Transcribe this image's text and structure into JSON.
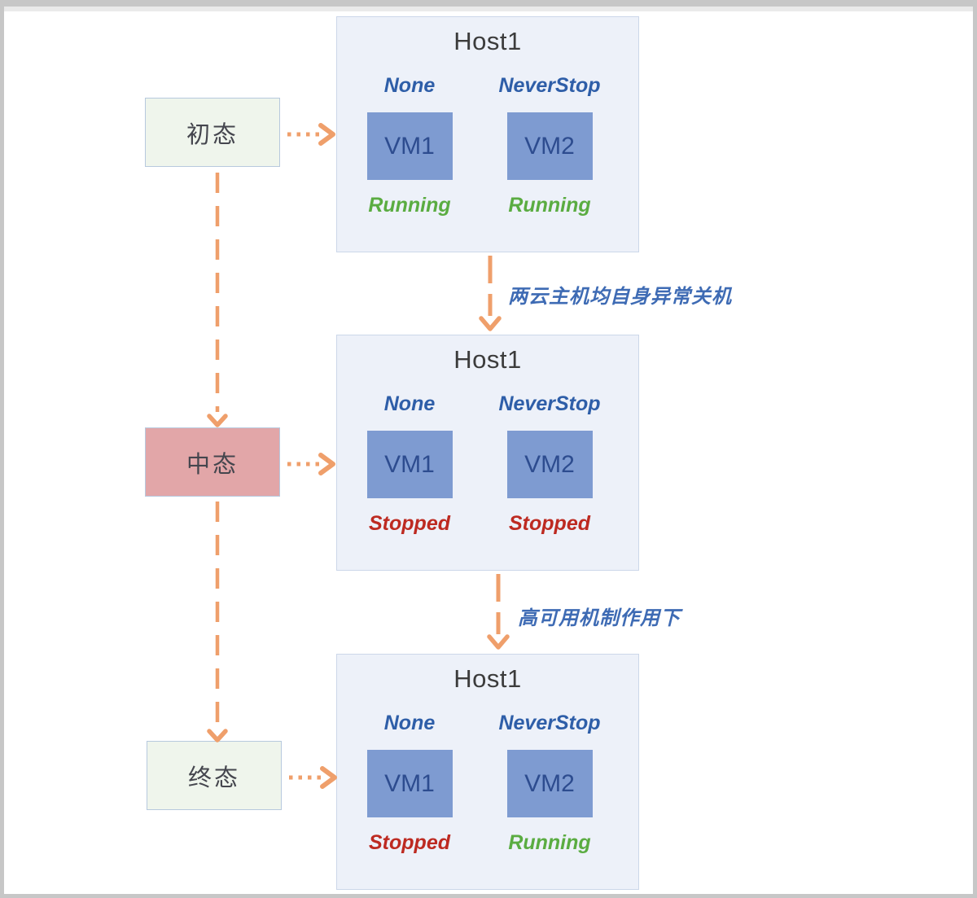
{
  "diagram": {
    "states": [
      {
        "label": "初态",
        "variant": "green"
      },
      {
        "label": "中态",
        "variant": "pink"
      },
      {
        "label": "终态",
        "variant": "green"
      }
    ],
    "hosts": [
      {
        "title": "Host1",
        "vms": [
          {
            "policy": "None",
            "name": "VM1",
            "status": "Running"
          },
          {
            "policy": "NeverStop",
            "name": "VM2",
            "status": "Running"
          }
        ]
      },
      {
        "title": "Host1",
        "vms": [
          {
            "policy": "None",
            "name": "VM1",
            "status": "Stopped"
          },
          {
            "policy": "NeverStop",
            "name": "VM2",
            "status": "Stopped"
          }
        ]
      },
      {
        "title": "Host1",
        "vms": [
          {
            "policy": "None",
            "name": "VM1",
            "status": "Stopped"
          },
          {
            "policy": "NeverStop",
            "name": "VM2",
            "status": "Running"
          }
        ]
      }
    ],
    "transitions": [
      {
        "label": "两云主机均自身异常关机"
      },
      {
        "label": "高可用机制作用下"
      }
    ],
    "colors": {
      "arrow": "#ef9f6b",
      "running_text": "#5aac41",
      "stopped_text": "#bd2a21",
      "policy_text": "#2e5ea8",
      "transition_text": "#3e6bb4",
      "host_fill": "#edf1f9",
      "host_border": "#ccd7e9",
      "vm_fill": "#7e9bd1",
      "vm_text": "#2d4c8f",
      "state_green_fill": "#eff5ec",
      "state_pink_fill": "#e2a6a8",
      "state_border": "#b7c9de",
      "frame_border": "#c7c7c7"
    }
  }
}
